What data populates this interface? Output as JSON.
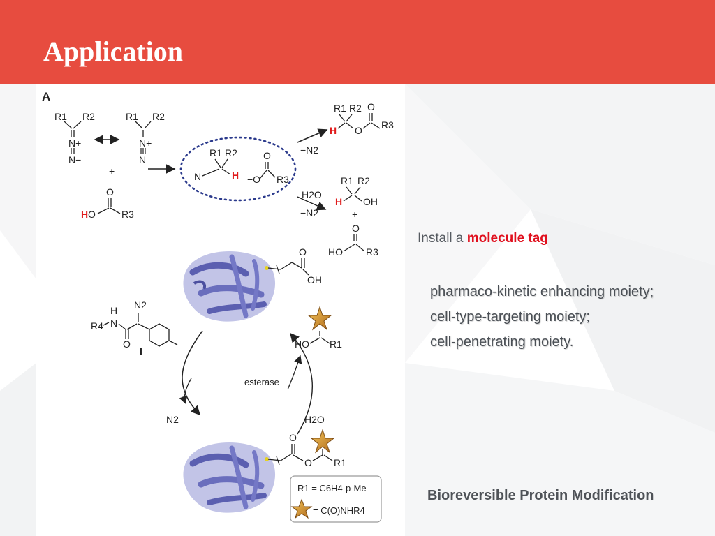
{
  "slide": {
    "title": "Application",
    "header_color": "#e74c3f"
  },
  "figure": {
    "panel_label": "A",
    "colors": {
      "protein": "#7b7fc7",
      "dotted_circle": "#2b3a8c",
      "highlight": "#e01a1a",
      "star": "#d8a13a"
    },
    "top_scheme": {
      "diazo_resonance_left": {
        "r1": "R1",
        "r2": "R2",
        "n1": "N+",
        "n2": "N−"
      },
      "diazo_resonance_right": {
        "r1": "R1",
        "r2": "R2",
        "n1": "N+",
        "n2": "N"
      },
      "plus": "+",
      "acid": {
        "h": "H",
        "o": "O",
        "r3": "R3"
      },
      "ion_pair": {
        "n": "N",
        "r1": "R1",
        "r2": "R2",
        "h": "H",
        "o_minus": "−O",
        "r3": "R3"
      },
      "ester_arrow_label": "−N2",
      "ester_product": {
        "r1": "R1",
        "r2": "R2",
        "h": "H",
        "o": "O",
        "r3": "R3"
      },
      "alcohol_arrow_label_top": "H2O",
      "alcohol_arrow_label_bottom": "−N2",
      "alcohol_product": {
        "r1": "R1",
        "r2": "R2",
        "h": "H",
        "oh": "OH"
      },
      "plus_2": "+",
      "acid_product": {
        "ho": "HO",
        "o": "O",
        "r3": "R3"
      }
    },
    "bottom_scheme": {
      "protein_acid_label": "OH",
      "reagent": {
        "h": "H",
        "n": "N",
        "r4": "R4",
        "n2": "N2",
        "o": "O",
        "label": "I"
      },
      "esterase_label": "esterase",
      "n2_label": "N2",
      "h2o_label": "H2O",
      "released_alcohol": {
        "ho": "HO",
        "r1": "R1"
      },
      "product_ester": {
        "o": "O",
        "r1": "R1"
      },
      "legend": {
        "line1": "R1 = C6H4-p-Me",
        "line2": "= C(O)NHR4"
      }
    }
  },
  "content": {
    "install_prefix": "Install a ",
    "install_highlight": "molecule tag",
    "moieties": [
      "pharmaco-kinetic enhancing moiety;",
      "cell-type-targeting moiety;",
      "cell-penetrating moiety."
    ],
    "caption": "Bioreversible Protein Modification"
  }
}
